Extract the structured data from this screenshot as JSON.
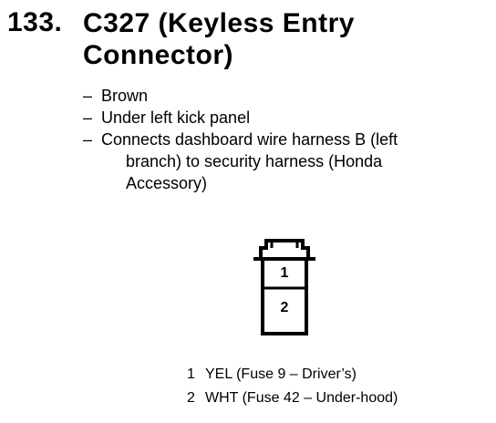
{
  "heading": {
    "number": "133.",
    "title_line1": "C327 (Keyless Entry",
    "title_line2": "Connector)"
  },
  "details": {
    "dash": "–",
    "items": [
      {
        "text": "Brown"
      },
      {
        "text": "Under left kick panel"
      },
      {
        "line1": "Connects dashboard wire harness B (left",
        "line2": "branch) to security harness (Honda",
        "line3": "Accessory)"
      }
    ]
  },
  "connector": {
    "cavities": [
      "1",
      "2"
    ]
  },
  "pins": [
    {
      "number": "1",
      "description": "YEL (Fuse 9 – Driver’s)"
    },
    {
      "number": "2",
      "description": "WHT (Fuse 42 – Under-hood)"
    }
  ]
}
